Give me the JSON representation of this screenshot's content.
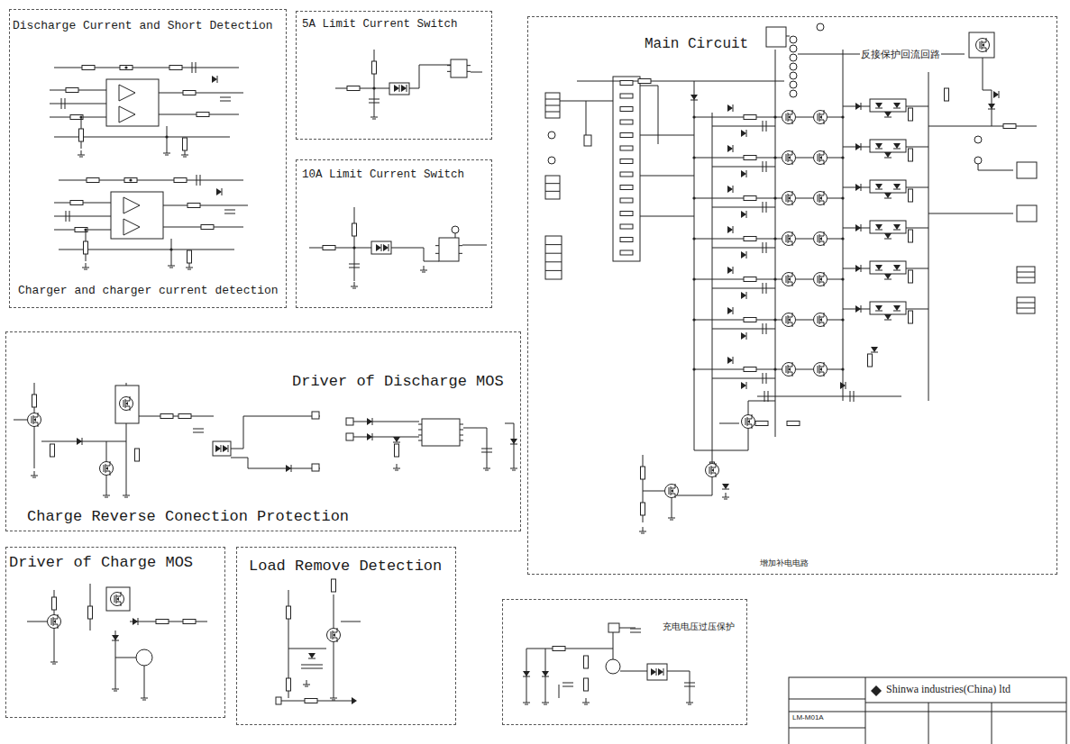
{
  "diagram": {
    "nodes": [
      {
        "text": [
          "Discharge Current and Short Detection",
          "Charger and charger current detection"
        ]
      },
      {
        "text": [
          "5A Limit Current Switch"
        ]
      },
      {
        "text": [
          "10A Limit Current Switch"
        ]
      },
      {
        "text": [
          "Main Circuit",
          "反接保护回流回路",
          "增加补电电路"
        ]
      },
      {
        "text": [
          "Driver of Discharge MOS",
          "Charge Reverse Conection Protection"
        ]
      },
      {
        "text": [
          "Driver of Charge MOS"
        ]
      },
      {
        "text": [
          "Load Remove Detection"
        ]
      },
      {
        "text": [
          "充电电压过压保护"
        ]
      }
    ],
    "labels": [
      "Shinwa industries(China) ltd",
      "LM-M01A"
    ]
  }
}
